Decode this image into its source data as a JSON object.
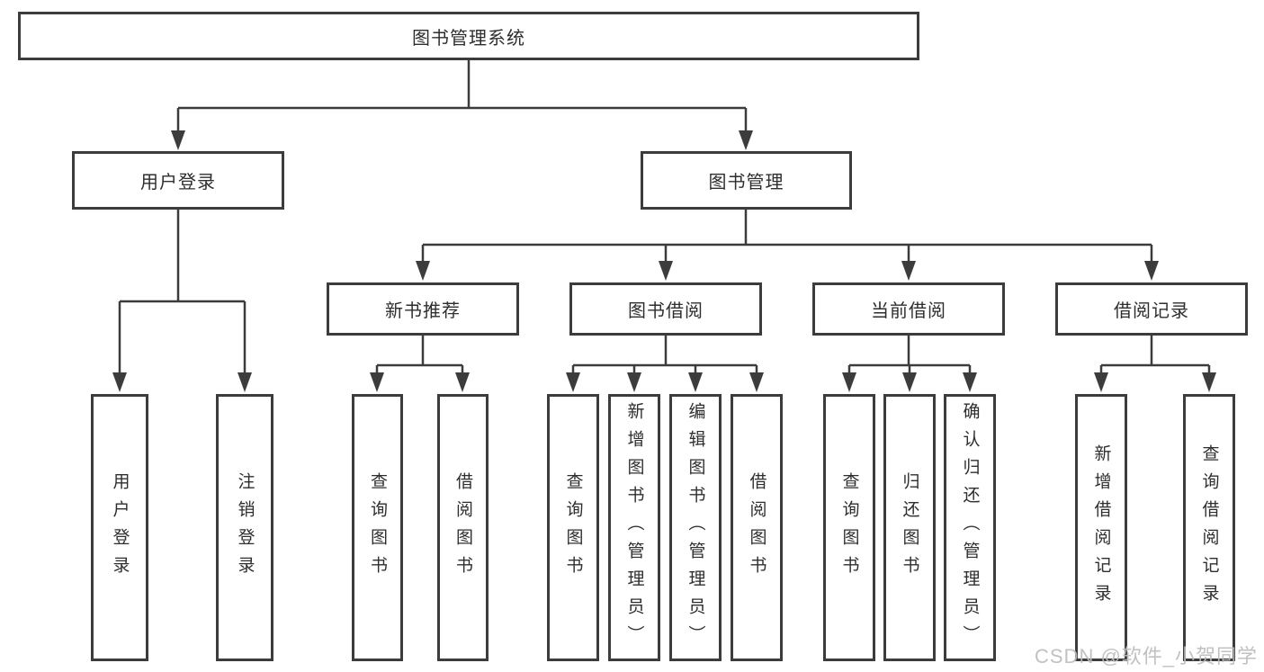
{
  "diagram_type": "hierarchical-structure-chart",
  "colors": {
    "background": "#ffffff",
    "line": "#3c3c3c",
    "box_border": "#3c3c3c",
    "text": "#2e2e2e",
    "watermark": "#bcbcbc"
  },
  "nodes": {
    "root": "图书管理系统",
    "user_login": "用户登录",
    "book_mgmt": "图书管理",
    "new_book_rec": "新书推荐",
    "book_borrow": "图书借阅",
    "current_borrow": "当前借阅",
    "borrow_records": "借阅记录",
    "leaf_user_login": "用户登录",
    "leaf_logout": "注销登录",
    "leaf_rec_query_books": "查询图书",
    "leaf_rec_borrow_books": "借阅图书",
    "leaf_bb_query_books": "查询图书",
    "leaf_bb_add_books": "新增图书（管理员）",
    "leaf_bb_edit_books": "编辑图书（管理员）",
    "leaf_bb_borrow_books": "借阅图书",
    "leaf_cb_query_books": "查询图书",
    "leaf_cb_return_books": "归还图书",
    "leaf_cb_confirm_return": "确认归还（管理员）",
    "leaf_br_add_record": "新增借阅记录",
    "leaf_br_query_record": "查询借阅记录"
  },
  "hierarchy": {
    "图书管理系统": {
      "用户登录": [
        "用户登录",
        "注销登录"
      ],
      "图书管理": {
        "新书推荐": [
          "查询图书",
          "借阅图书"
        ],
        "图书借阅": [
          "查询图书",
          "新增图书（管理员）",
          "编辑图书（管理员）",
          "借阅图书"
        ],
        "当前借阅": [
          "查询图书",
          "归还图书",
          "确认归还（管理员）"
        ],
        "借阅记录": [
          "新增借阅记录",
          "查询借阅记录"
        ]
      }
    }
  },
  "watermark": "CSDN @软件_小贺同学"
}
